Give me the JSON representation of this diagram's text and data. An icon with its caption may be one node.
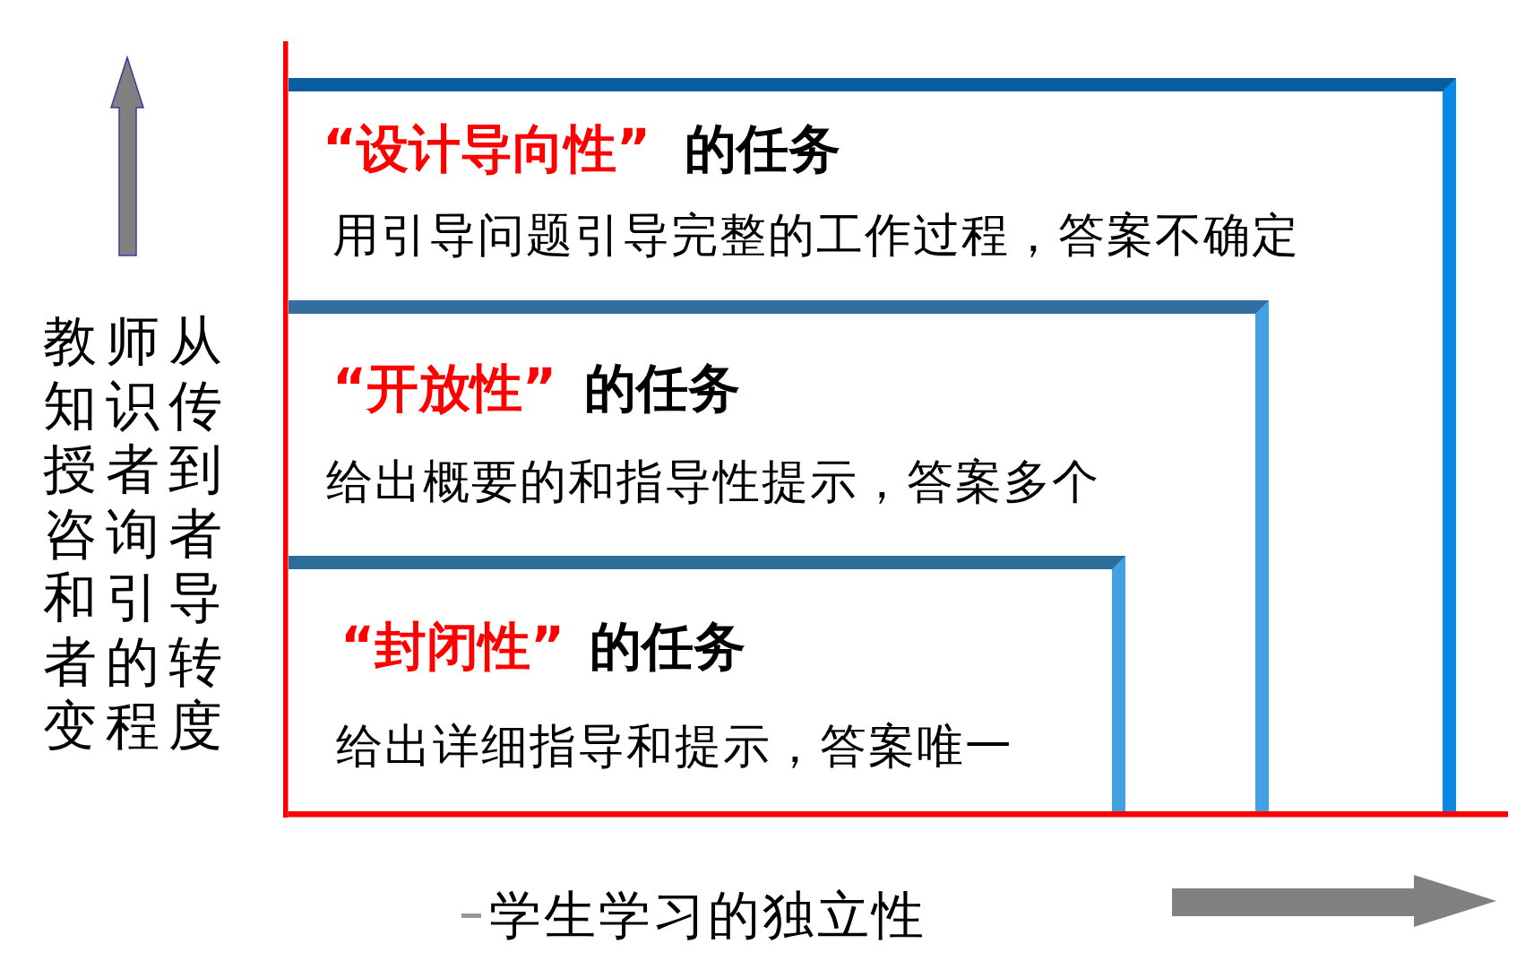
{
  "diagram": {
    "nodes": [
      {
        "text": [
          "“设计导向性”",
          "的任务",
          "用引导问题引导完整的工作过程，答案不确定"
        ]
      },
      {
        "text": [
          "“开放性”",
          "的任务",
          "给出概要的和指导性提示，答案多个"
        ],
        "in": 0
      },
      {
        "text": [
          "“封闭性”",
          "的任务",
          "给出详细指导和提示，答案唯一"
        ],
        "in": 1
      }
    ],
    "labels": [
      "教师从知识传授者到咨询者和引导者的转变程度",
      "学生学习的独立性"
    ]
  }
}
